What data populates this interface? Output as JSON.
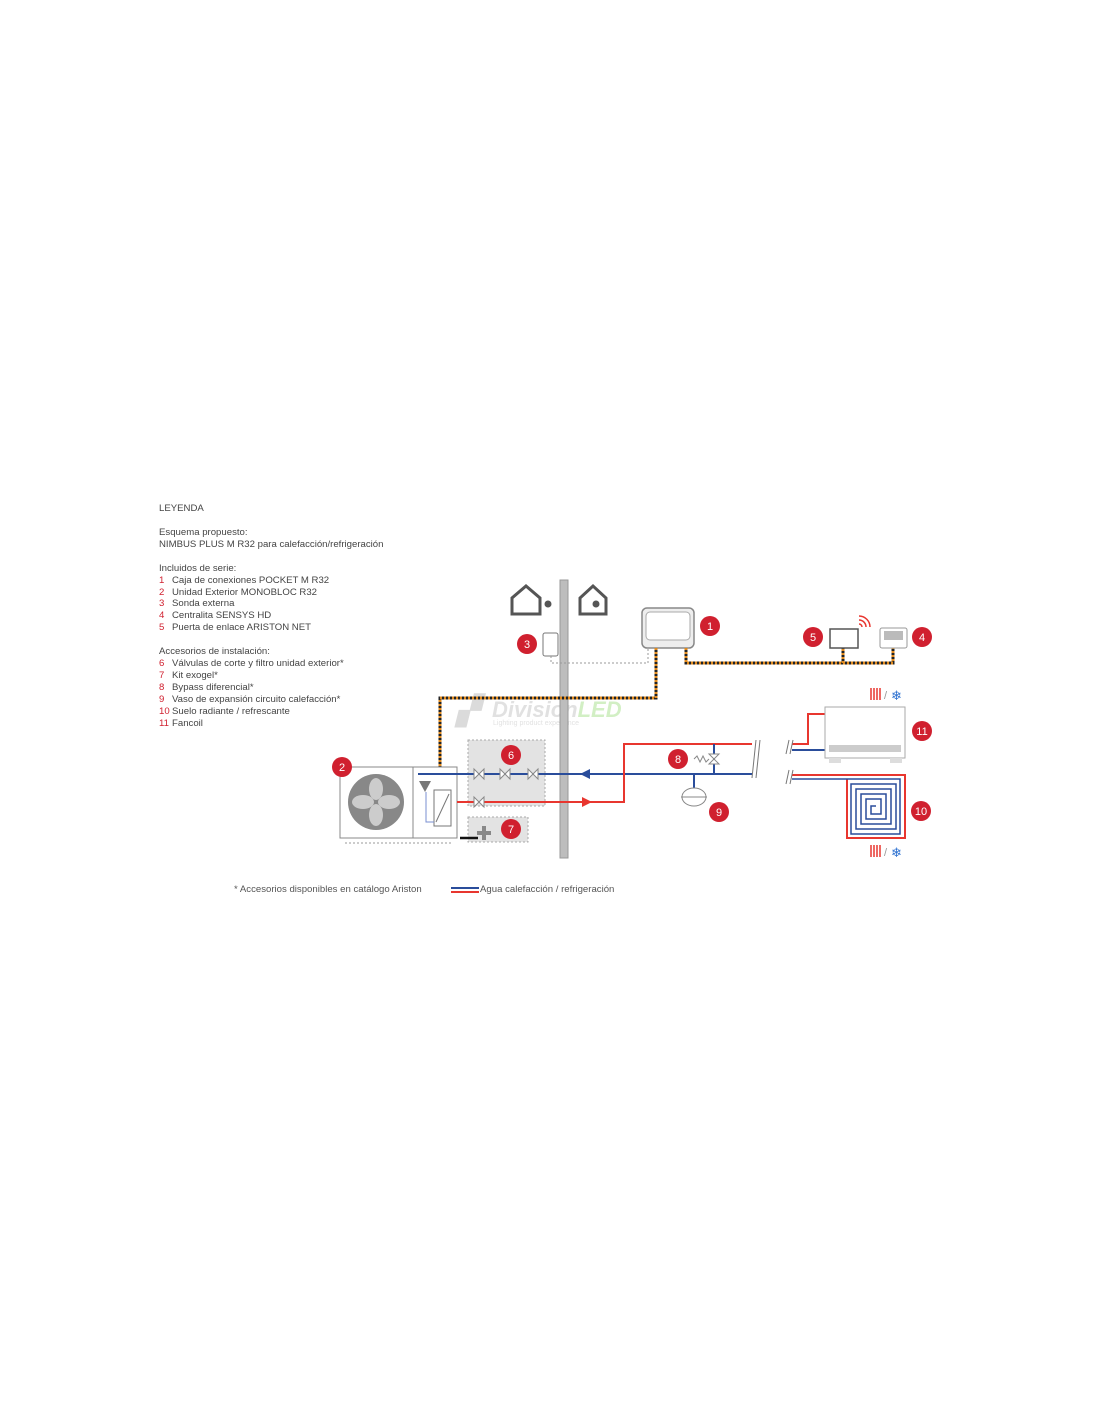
{
  "legend": {
    "title": "LEYENDA",
    "scheme_label": "Esquema propuesto:",
    "scheme_name": "NIMBUS PLUS M R32 para calefacción/refrigeración",
    "included_label": "Incluidos de serie:",
    "included": [
      {
        "n": "1",
        "label": "Caja de conexiones POCKET M R32"
      },
      {
        "n": "2",
        "label": "Unidad Exterior MONOBLOC R32"
      },
      {
        "n": "3",
        "label": "Sonda externa"
      },
      {
        "n": "4",
        "label": "Centralita SENSYS HD"
      },
      {
        "n": "5",
        "label": "Puerta de enlace ARISTON NET"
      }
    ],
    "accessories_label": "Accesorios de instalación:",
    "accessories": [
      {
        "n": "6",
        "label": "Válvulas de corte y filtro unidad exterior*"
      },
      {
        "n": "7",
        "label": "Kit exogel*"
      },
      {
        "n": "8",
        "label": "Bypass diferencial*"
      },
      {
        "n": "9",
        "label": "Vaso de expansión circuito calefacción*"
      },
      {
        "n": "10",
        "label": "Suelo radiante / refrescante"
      },
      {
        "n": "11",
        "label": "Fancoil"
      }
    ]
  },
  "badges": [
    "1",
    "2",
    "3",
    "4",
    "5",
    "6",
    "7",
    "8",
    "9",
    "10",
    "11"
  ],
  "watermark": {
    "brand": "DivisionLED",
    "tagline": "Lighting product experience"
  },
  "footer": {
    "note": "* Accesorios disponibles en catálogo Ariston",
    "water_legend": "Agua calefacción / refrigeración"
  },
  "colors": {
    "red": "#e8362f",
    "blue": "#2a4d9b",
    "badge": "#d0202f",
    "wall": "#b0b0b0",
    "cable": "#e08a1e"
  }
}
